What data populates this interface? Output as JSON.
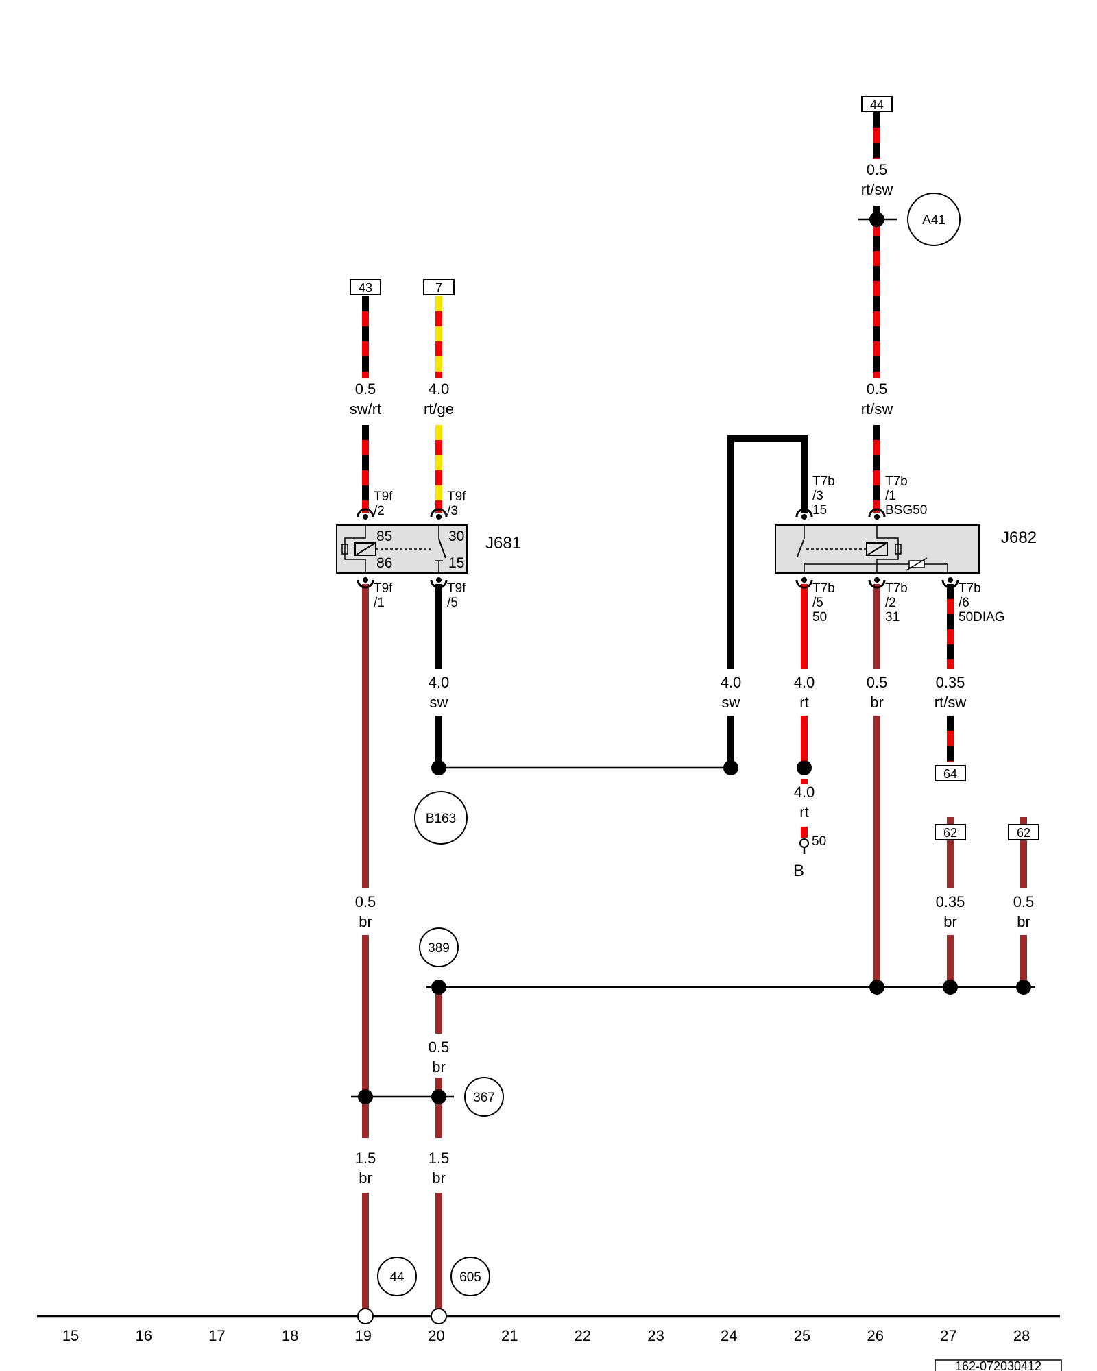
{
  "doc_code": "162-072030412",
  "columns": [
    "15",
    "16",
    "17",
    "18",
    "19",
    "20",
    "21",
    "22",
    "23",
    "24",
    "25",
    "26",
    "27",
    "28"
  ],
  "colors": {
    "rt": "#f00000",
    "sw": "#000000",
    "ge": "#f2e600",
    "br": "#9c2a2a"
  },
  "components": {
    "j681": "J681",
    "j682": "J682",
    "b_label": "B",
    "b_term": "50"
  },
  "ref_boxes": [
    "44",
    "43",
    "7",
    "64",
    "62",
    "62"
  ],
  "circles": [
    "A41",
    "B163",
    "389",
    "367",
    "44",
    "605"
  ],
  "wires": [
    {
      "size": "0.5",
      "color": "rt/sw"
    },
    {
      "size": "0.5",
      "color": "rt/sw"
    },
    {
      "size": "0.5",
      "color": "sw/rt"
    },
    {
      "size": "4.0",
      "color": "rt/ge"
    },
    {
      "size": "4.0",
      "color": "sw"
    },
    {
      "size": "4.0",
      "color": "sw"
    },
    {
      "size": "4.0",
      "color": "rt"
    },
    {
      "size": "0.5",
      "color": "br"
    },
    {
      "size": "0.35",
      "color": "rt/sw"
    },
    {
      "size": "4.0",
      "color": "rt"
    },
    {
      "size": "0.5",
      "color": "br"
    },
    {
      "size": "0.35",
      "color": "br"
    },
    {
      "size": "0.5",
      "color": "br"
    },
    {
      "size": "0.5",
      "color": "br"
    },
    {
      "size": "1.5",
      "color": "br"
    },
    {
      "size": "1.5",
      "color": "br"
    }
  ],
  "pins": [
    {
      "conn": "T9f",
      "pin": "/2",
      "func": ""
    },
    {
      "conn": "T9f",
      "pin": "/3",
      "func": ""
    },
    {
      "conn": "T9f",
      "pin": "/1",
      "func": ""
    },
    {
      "conn": "T9f",
      "pin": "/5",
      "func": ""
    },
    {
      "conn": "T7b",
      "pin": "/3",
      "func": "15"
    },
    {
      "conn": "T7b",
      "pin": "/1",
      "func": "BSG50"
    },
    {
      "conn": "T7b",
      "pin": "/5",
      "func": "50"
    },
    {
      "conn": "T7b",
      "pin": "/2",
      "func": "31"
    },
    {
      "conn": "T7b",
      "pin": "/6",
      "func": "50DIAG"
    }
  ],
  "relay_terminals": [
    "85",
    "86",
    "30",
    "15"
  ]
}
